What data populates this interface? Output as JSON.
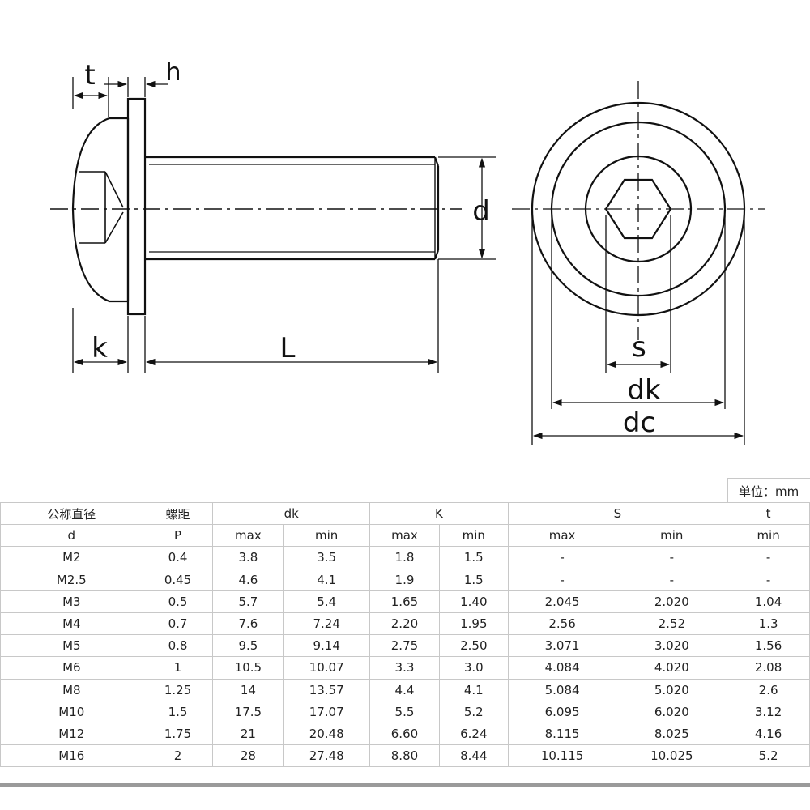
{
  "diagram": {
    "labels": {
      "t": "t",
      "h": "h",
      "d": "d",
      "k": "k",
      "L": "L",
      "s": "s",
      "dk": "dk",
      "dc": "dc"
    }
  },
  "unit": "单位：mm",
  "table": {
    "header_row1": {
      "nominal": "公称直径",
      "pitch": "螺距",
      "dk": "dk",
      "k": "K",
      "s": "S",
      "t": "t"
    },
    "header_row2": {
      "d": "d",
      "p": "P",
      "dk_max": "max",
      "dk_min": "min",
      "k_max": "max",
      "k_min": "min",
      "s_max": "max",
      "s_min": "min",
      "t_min": "min"
    },
    "rows": [
      [
        "M2",
        "0.4",
        "3.8",
        "3.5",
        "1.8",
        "1.5",
        "-",
        "-",
        "-"
      ],
      [
        "M2.5",
        "0.45",
        "4.6",
        "4.1",
        "1.9",
        "1.5",
        "-",
        "-",
        "-"
      ],
      [
        "M3",
        "0.5",
        "5.7",
        "5.4",
        "1.65",
        "1.40",
        "2.045",
        "2.020",
        "1.04"
      ],
      [
        "M4",
        "0.7",
        "7.6",
        "7.24",
        "2.20",
        "1.95",
        "2.56",
        "2.52",
        "1.3"
      ],
      [
        "M5",
        "0.8",
        "9.5",
        "9.14",
        "2.75",
        "2.50",
        "3.071",
        "3.020",
        "1.56"
      ],
      [
        "M6",
        "1",
        "10.5",
        "10.07",
        "3.3",
        "3.0",
        "4.084",
        "4.020",
        "2.08"
      ],
      [
        "M8",
        "1.25",
        "14",
        "13.57",
        "4.4",
        "4.1",
        "5.084",
        "5.020",
        "2.6"
      ],
      [
        "M10",
        "1.5",
        "17.5",
        "17.07",
        "5.5",
        "5.2",
        "6.095",
        "6.020",
        "3.12"
      ],
      [
        "M12",
        "1.75",
        "21",
        "20.48",
        "6.60",
        "6.24",
        "8.115",
        "8.025",
        "4.16"
      ],
      [
        "M16",
        "2",
        "28",
        "27.48",
        "8.80",
        "8.44",
        "10.115",
        "10.025",
        "5.2"
      ]
    ]
  }
}
